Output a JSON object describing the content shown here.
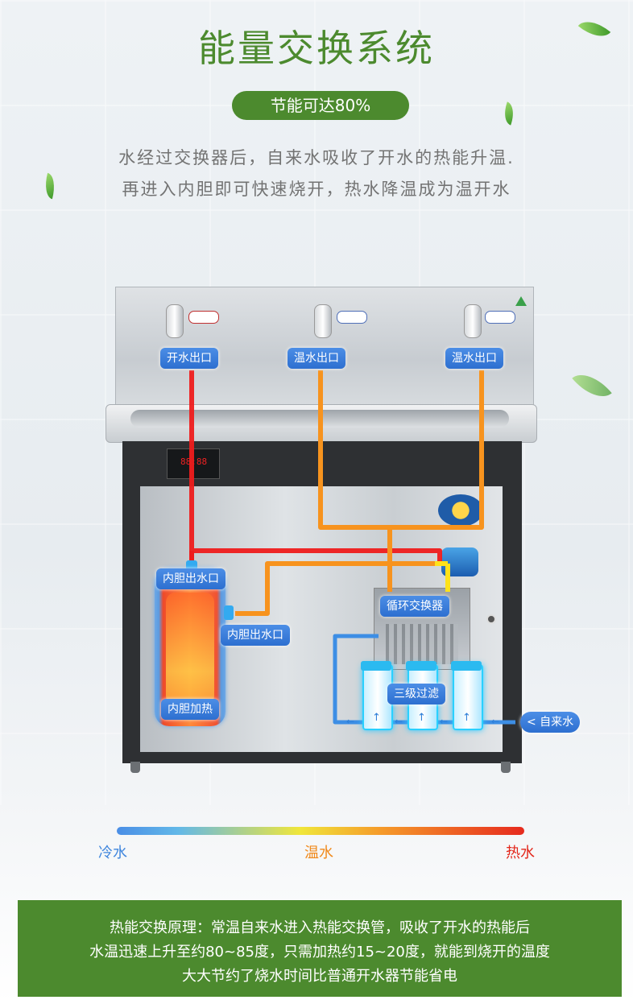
{
  "header": {
    "title": "能量交换系统",
    "badge": "节能可达80%",
    "desc_line1": "水经过交换器后，自来水吸收了开水的热能升温.",
    "desc_line2": "再进入内胆即可快速烧开，热水降温成为温开水"
  },
  "outlets": {
    "boiling": "开水出口",
    "warm_middle": "温水出口",
    "warm_right": "温水出口"
  },
  "components": {
    "tank_outlet_top": "内胆出水口",
    "tank_outlet_side": "内胆出水口",
    "tank_heating": "内胆加热",
    "exchanger": "循环交换器",
    "filters": "三级过滤",
    "tap_water": "< 自来水"
  },
  "legend": {
    "cold": "冷水",
    "warm": "温水",
    "hot": "热水",
    "colors": {
      "cold": "#3f86dd",
      "warm": "#f08a1c",
      "hot": "#e3271b"
    }
  },
  "info": {
    "line1": "热能交换原理：常温自来水进入热能交换管，吸收了开水的热能后",
    "line2": "水温迅速上升至约80~85度，只需加热约15~20度，就能到烧开的温度",
    "line3": "大大节约了烧水时间比普通开水器节能省电"
  },
  "colors": {
    "brand_green": "#4c8a2e",
    "label_blue": "#2d6fd0",
    "pipe_red": "#ee1c1c",
    "pipe_orange": "#f7931e",
    "pipe_yellow": "#ffe21a",
    "pipe_blue": "#3d8ee5"
  }
}
